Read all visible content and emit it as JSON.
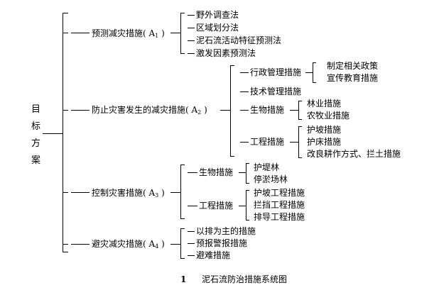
{
  "root": {
    "chars": [
      "目",
      "标",
      "方",
      "案"
    ]
  },
  "branches": [
    {
      "label": "预测减灾措施( A",
      "sub": "1",
      "close": " )",
      "items": [
        "野外调查法",
        "区域划分法",
        "泥石流活动特征预测法",
        "激发因素预测法"
      ]
    },
    {
      "label": "防止灾害发生的减灾措施( A",
      "sub": "2",
      "close": " )",
      "groups": [
        {
          "label": "行政管理措施",
          "items": [
            "制定相关政策",
            "宣传教育措施"
          ]
        },
        {
          "label": "技术管理措施",
          "items": []
        },
        {
          "label": "生物措施",
          "items": [
            "林业措施",
            "农牧业措施"
          ]
        },
        {
          "label": "工程措施",
          "items": [
            "护坡措施",
            "护床措施",
            "改良耕作方式、拦土措施"
          ]
        }
      ]
    },
    {
      "label": "控制灾害措施( A",
      "sub": "3",
      "close": " )",
      "groups": [
        {
          "label": "生物措施",
          "items": [
            "护堤林",
            "停淤场林"
          ]
        },
        {
          "label": "工程措施",
          "items": [
            "护坡工程措施",
            "拦挡工程措施",
            "排导工程措施"
          ]
        }
      ]
    },
    {
      "label": "避灾减灾措施( A",
      "sub": "4",
      "close": " )",
      "items": [
        "以排为主的措施",
        "预报警报措施",
        "避难措施"
      ]
    }
  ],
  "caption": {
    "number": "1",
    "title": "泥石流防治措施系统图"
  },
  "colors": {
    "line": "#000000",
    "text": "#000000"
  }
}
